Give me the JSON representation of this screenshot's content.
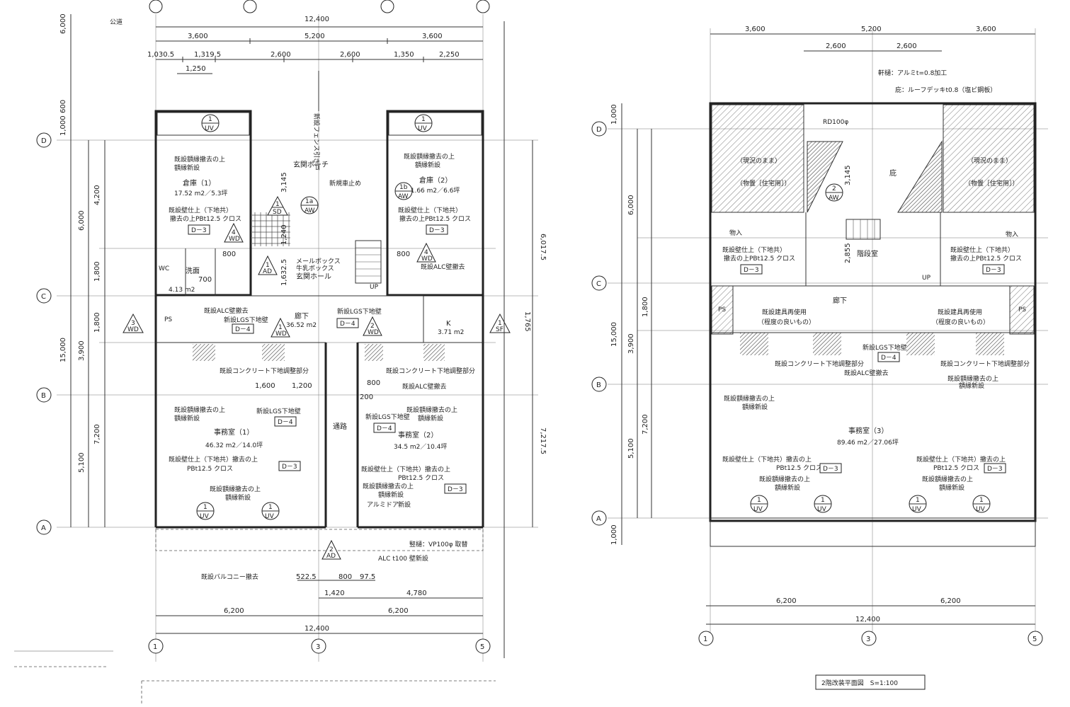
{
  "left_plan": {
    "road": "公道",
    "dims_top": {
      "total": "12,400",
      "row2": [
        "3,600",
        "5,200",
        "3,600"
      ],
      "row3": [
        "1,030.5",
        "1,319.5",
        "2,600",
        "2,600",
        "1,350",
        "2,250"
      ],
      "row4": "1,250"
    },
    "dims_left": [
      "6,000",
      "600",
      "1,000",
      "4,200",
      "6,000",
      "1,800",
      "1,800",
      "15,000",
      "3,900",
      "7,200",
      "5,100"
    ],
    "dims_right": [
      "6,017.5",
      "1,765",
      "7,217.5"
    ],
    "dims_inner": [
      "3,145",
      "1,240",
      "1,632.5",
      "800",
      "700",
      "1,600",
      "1,200",
      "800",
      "200"
    ],
    "dims_bottom": {
      "row1": [
        "522.5",
        "800",
        "97.5"
      ],
      "row2": [
        "1,420",
        "4,780"
      ],
      "row3": [
        "6,200",
        "6,200"
      ],
      "total": "12,400"
    },
    "axes_x": [
      "1",
      "3",
      "5"
    ],
    "axes_y": [
      "D",
      "C",
      "B",
      "A"
    ],
    "rooms": {
      "storage1": {
        "name": "倉庫（1）",
        "area": "17.52 m2／5.3坪"
      },
      "storage2": {
        "name": "倉庫（2）",
        "area": "21.66 m2／6.6坪"
      },
      "porch": "玄関ポーチ",
      "hall": "玄関ホール",
      "car_stop": "新規車止め",
      "wc": "WC",
      "wash": "洗面",
      "wash_area": "4.13 m2",
      "corridor": "廊下",
      "corridor_area": "36.52 m2",
      "kitchen": "K",
      "kitchen_area": "3.71 m2",
      "office1": {
        "name": "事務室（1）",
        "area": "46.32 m2／14.0坪"
      },
      "office2": {
        "name": "事務室（2）",
        "area": "34.5 m2／10.4坪"
      },
      "passage": "通路",
      "ps": "PS",
      "up": "UP"
    },
    "notes": {
      "frame1": "既設額縁撤去の上",
      "frame2": "額縁新設",
      "wall1": "既設壁仕上（下地共）",
      "wall2": "撤去の上PBt12.5 クロス",
      "wall3": "既設壁仕上（下地共）撤去の上",
      "wall4": "PBt12.5 クロス",
      "alc": "既設ALC壁撤去",
      "lgs": "新設LGS下地壁",
      "lgs2": "新設LGS下地壁",
      "concrete": "既設コンクリート下地調整部分",
      "mailbox1": "メールボックス",
      "mailbox2": "牛乳ボックス",
      "fence": "新設フェンス引き戸",
      "aluminum1": "アルミドア",
      "aluminum2": "新設",
      "downpipe": "竪樋：VP100φ 取替",
      "alc_wall": "ALC t100 壁新設",
      "balcony": "既設バルコニー撤去"
    },
    "tags": {
      "d3": "D－3",
      "d4": "D－4",
      "uv_num": "1",
      "uv": "UV",
      "aw1a": "1a",
      "aw1b": "1b",
      "aw": "AW",
      "wd3": "3",
      "wd4": "4",
      "wd": "WD",
      "sd1": "1",
      "sd": "SD",
      "sf1": "1",
      "sf": "SF",
      "ad1": "1",
      "ad2": "2",
      "ad": "AD",
      "wd2": "2",
      "wd1": "1"
    }
  },
  "right_plan": {
    "dims_top": {
      "row1": [
        "3,600",
        "5,200",
        "3,600"
      ],
      "row2": [
        "2,600",
        "2,600"
      ]
    },
    "dims_left": [
      "1,000",
      "6,000",
      "1,800",
      "15,000",
      "3,900",
      "7,200",
      "5,100",
      "1,000"
    ],
    "dims_inner": [
      "3,145",
      "2,855"
    ],
    "dims_bottom": {
      "row1": [
        "6,200",
        "6,200"
      ],
      "total": "12,400"
    },
    "axes_x": [
      "1",
      "3",
      "5"
    ],
    "axes_y": [
      "D",
      "C",
      "B",
      "A"
    ],
    "notes": {
      "gutter": "軒樋：アルミt=0.8加工",
      "eave": "庇：ルーフデッキt0.8（塩ビ鋼板）",
      "rd": "RD100φ",
      "eave_label": "庇",
      "as_is1": "（現況のまま）",
      "as_is2": "（物置［住宅用］）",
      "storage_in": "物入",
      "stair": "階段室",
      "corridor": "廊下",
      "wall1": "既設壁仕上（下地共）",
      "wall2": "撤去の上PBt12.5 クロス",
      "fixture1": "既設建具再使用",
      "fixture2": "（程度の良いもの）",
      "lgs": "新設LGS下地壁",
      "concrete": "既設コンクリート下地調整部分",
      "alc": "既設ALC壁撤去",
      "frame1": "既設額縁撤去の上",
      "frame2": "額縁新設",
      "wall3": "既設壁仕上（下地共）撤去の上",
      "wall4": "PBt12.5 クロス",
      "office3": {
        "name": "事務室（3）",
        "area": "89.46 m2／27.06坪"
      },
      "ps": "PS",
      "up": "UP"
    },
    "tags": {
      "d3": "D－3",
      "d4": "D－4",
      "uv_num": "1",
      "uv": "UV",
      "aw2": "2",
      "aw": "AW"
    }
  },
  "caption": "2階改装平面図　S=1:100"
}
